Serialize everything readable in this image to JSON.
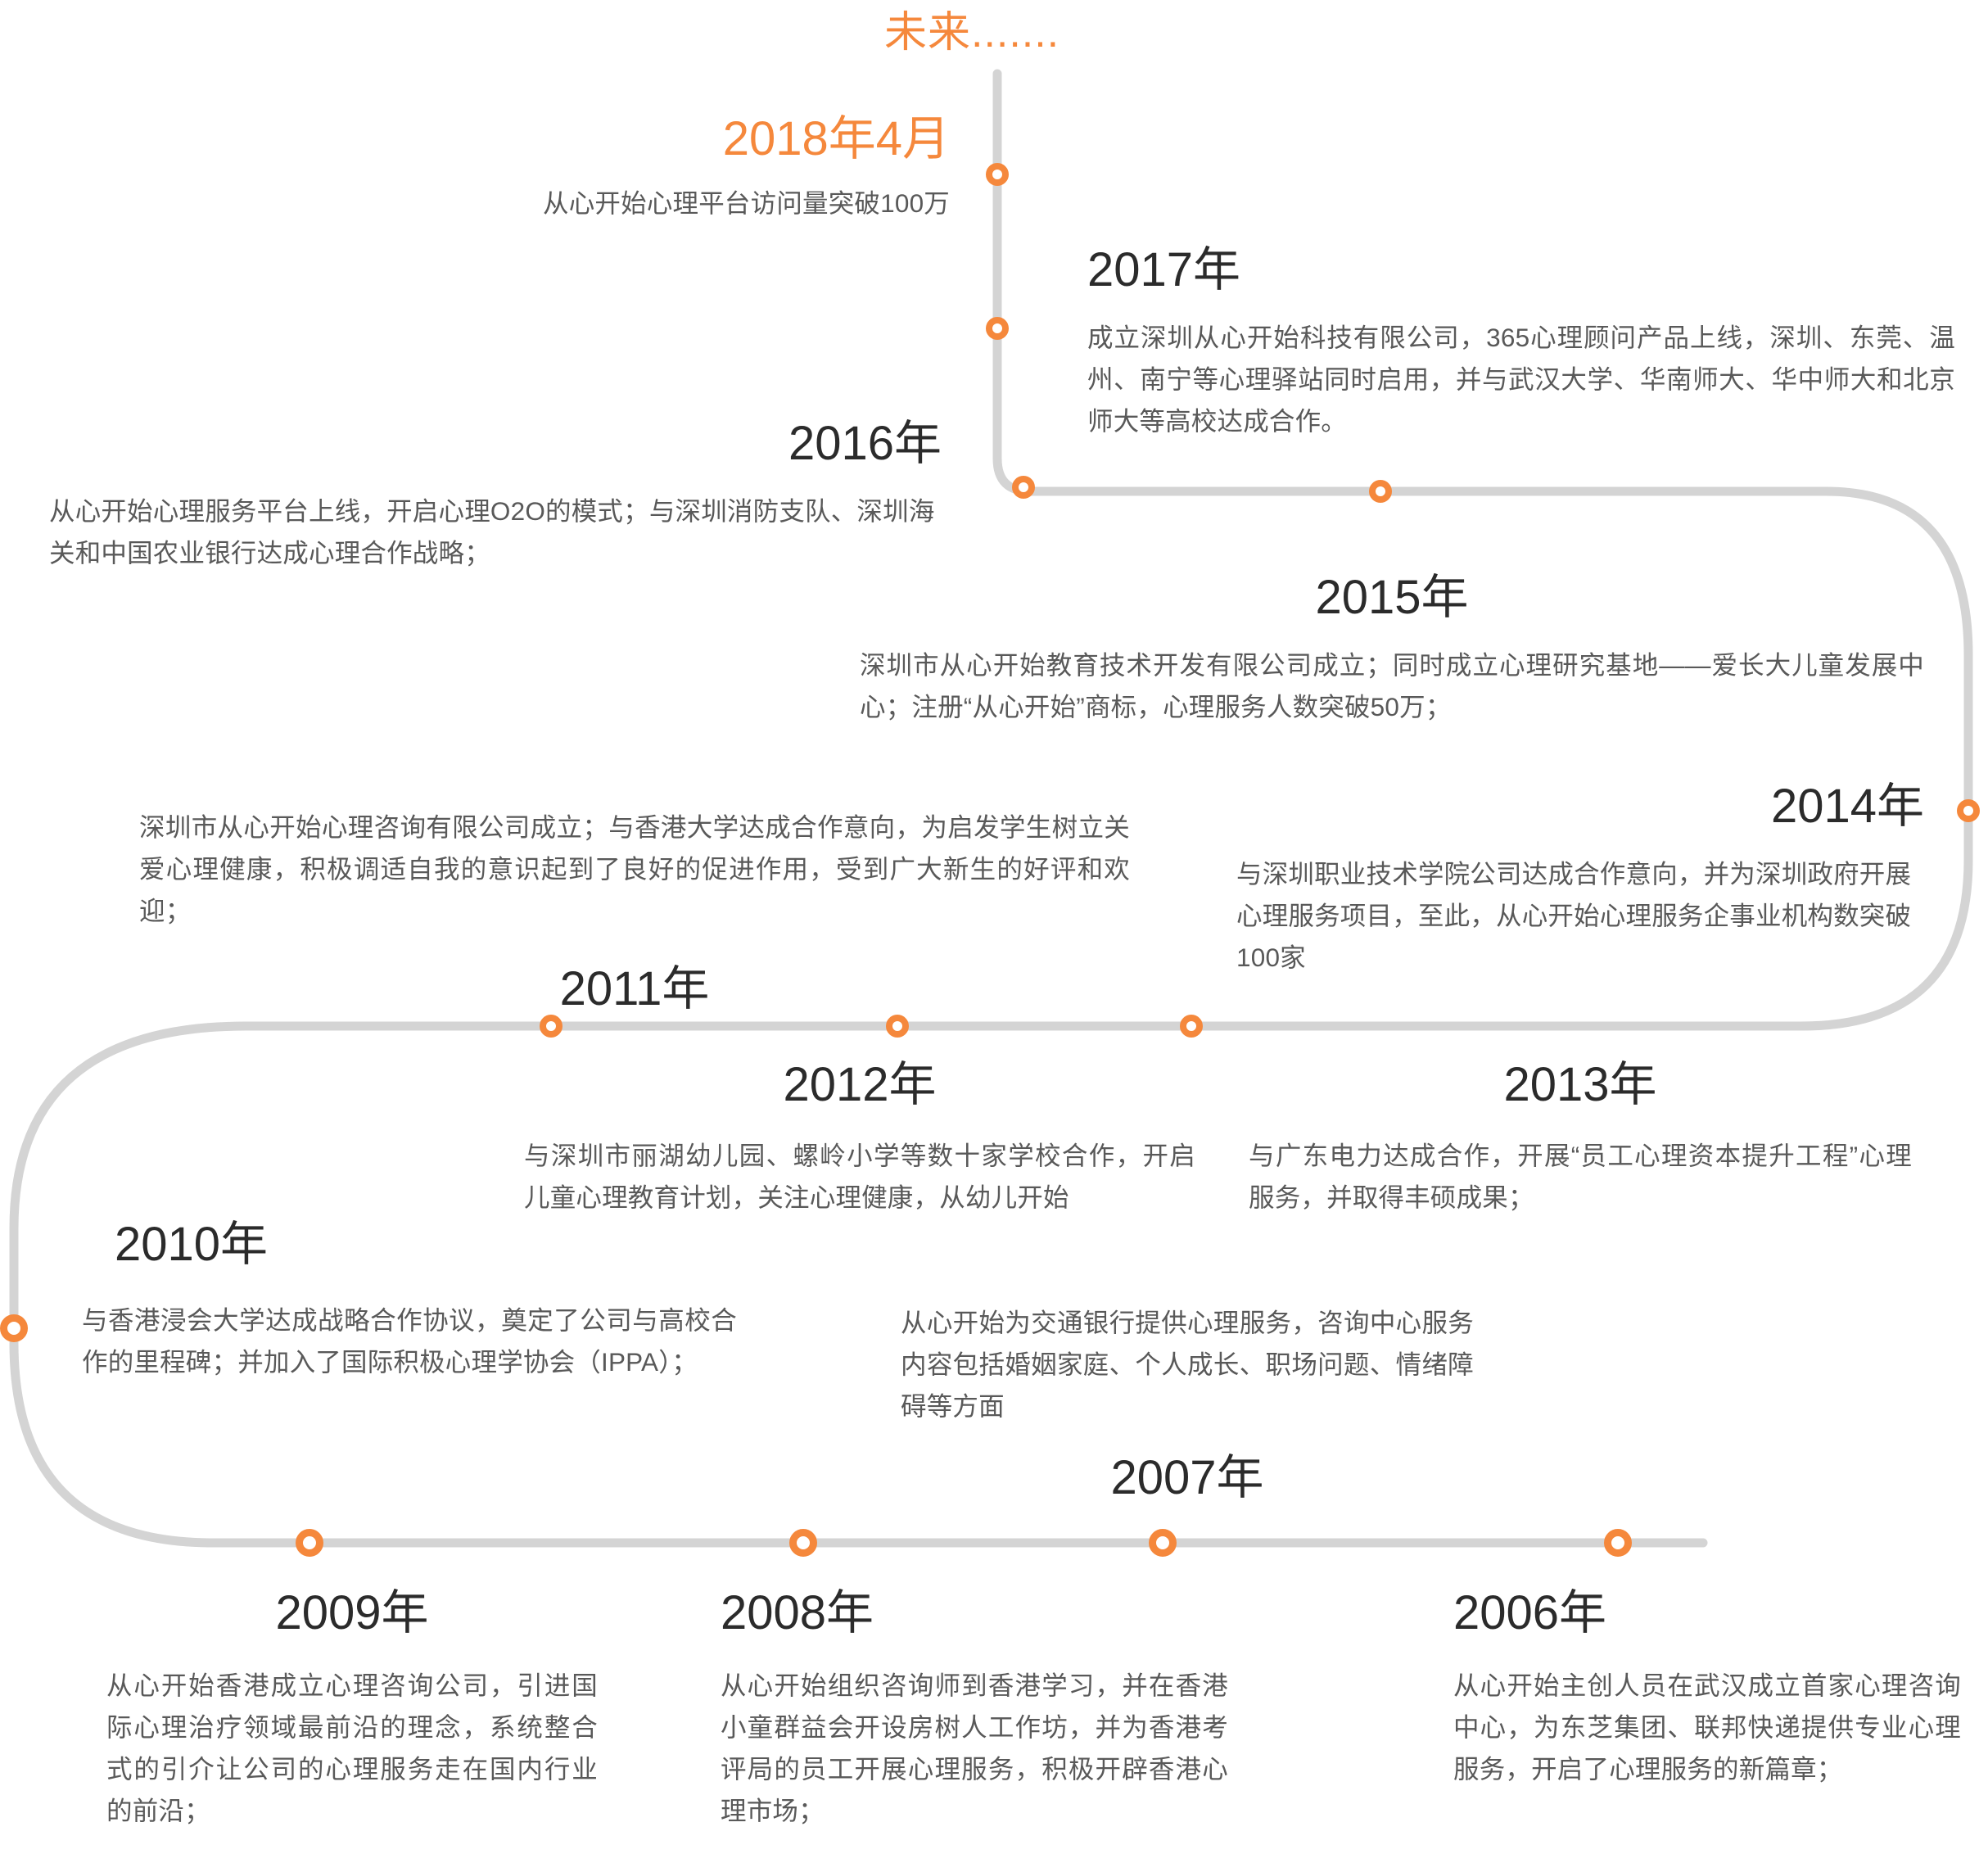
{
  "header": {
    "future_label": "未来......."
  },
  "theme": {
    "accent": "#f5883c",
    "track": "#d4d4d4",
    "year_text": "#2b2b2b",
    "body_text": "#595959",
    "background": "#ffffff"
  },
  "timeline": {
    "nodes_icon": "timeline-node-icon",
    "entries": [
      {
        "id": "2018-04",
        "year": "2018年4月",
        "desc": "从心开始心理平台访问量突破100万"
      },
      {
        "id": "2017",
        "year": "2017年",
        "desc": "成立深圳从心开始科技有限公司，365心理顾问产品上线，深圳、东莞、温州、南宁等心理驿站同时启用，并与武汉大学、华南师大、华中师大和北京师大等高校达成合作。"
      },
      {
        "id": "2016",
        "year": "2016年",
        "desc": "从心开始心理服务平台上线，开启心理O2O的模式；与深圳消防支队、深圳海关和中国农业银行达成心理合作战略；"
      },
      {
        "id": "2015",
        "year": "2015年",
        "desc": "深圳市从心开始教育技术开发有限公司成立；同时成立心理研究基地——爱长大儿童发展中心；注册“从心开始”商标，心理服务人数突破50万；"
      },
      {
        "id": "2014",
        "year": "2014年",
        "desc": "与深圳职业技术学院公司达成合作意向，并为深圳政府开展心理服务项目，至此，从心开始心理服务企事业机构数突破100家"
      },
      {
        "id": "2011",
        "year": "2011年",
        "desc": "深圳市从心开始心理咨询有限公司成立；与香港大学达成合作意向，为启发学生树立关爱心理健康，积极调适自我的意识起到了良好的促进作用，受到广大新生的好评和欢迎；"
      },
      {
        "id": "2012",
        "year": "2012年",
        "desc": "与深圳市丽湖幼儿园、螺岭小学等数十家学校合作，开启儿童心理教育计划，关注心理健康，从幼儿开始"
      },
      {
        "id": "2013",
        "year": "2013年",
        "desc": "与广东电力达成合作，开展“员工心理资本提升工程”心理服务，并取得丰硕成果；"
      },
      {
        "id": "2010",
        "year": "2010年",
        "desc": "与香港浸会大学达成战略合作协议，奠定了公司与高校合作的里程碑；并加入了国际积极心理学协会（IPPA）；"
      },
      {
        "id": "2007",
        "year": "2007年",
        "desc": "从心开始为交通银行提供心理服务，咨询中心服务内容包括婚姻家庭、个人成长、职场问题、情绪障碍等方面"
      },
      {
        "id": "2009",
        "year": "2009年",
        "desc": "从心开始香港成立心理咨询公司，引进国际心理治疗领域最前沿的理念，系统整合式的引介让公司的心理服务走在国内行业的前沿；"
      },
      {
        "id": "2008",
        "year": "2008年",
        "desc": "从心开始组织咨询师到香港学习，并在香港小童群益会开设房树人工作坊，并为香港考评局的员工开展心理服务，积极开辟香港心理市场；"
      },
      {
        "id": "2006",
        "year": "2006年",
        "desc": "从心开始主创人员在武汉成立首家心理咨询中心，为东芝集团、联邦快递提供专业心理服务，开启了心理服务的新篇章；"
      }
    ]
  }
}
